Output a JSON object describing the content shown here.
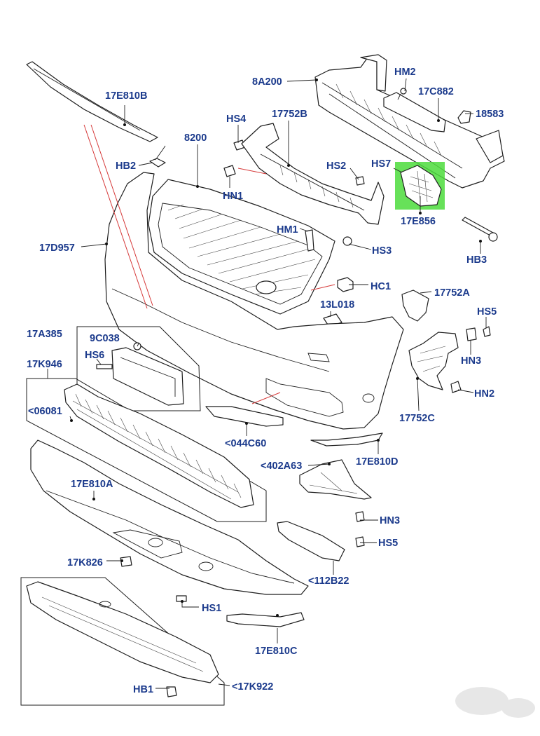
{
  "diagram": {
    "labels": {
      "l_17E810B": "17E810B",
      "l_8A200": "8A200",
      "l_HM2": "HM2",
      "l_17C882": "17C882",
      "l_18583": "18583",
      "l_HS4": "HS4",
      "l_17752B": "17752B",
      "l_8200": "8200",
      "l_HB2": "HB2",
      "l_HS2": "HS2",
      "l_HS7": "HS7",
      "l_HN1": "HN1",
      "l_17E856": "17E856",
      "l_17D957": "17D957",
      "l_HM1": "HM1",
      "l_HS3": "HS3",
      "l_HB3": "HB3",
      "l_HC1": "HC1",
      "l_17752A": "17752A",
      "l_13L018": "13L018",
      "l_HS5a": "HS5",
      "l_17A385": "17A385",
      "l_9C038": "9C038",
      "l_HN3a": "HN3",
      "l_HS6": "HS6",
      "l_17K946": "17K946",
      "l_HN2": "HN2",
      "l_06081": "<06081",
      "l_17752C": "17752C",
      "l_044C60": "<044C60",
      "l_17E810D": "17E810D",
      "l_402A63": "<402A63",
      "l_17E810A": "17E810A",
      "l_HN3b": "HN3",
      "l_HS5b": "HS5",
      "l_17K826": "17K826",
      "l_112B22": "<112B22",
      "l_HS1": "HS1",
      "l_17E810C": "17E810C",
      "l_HB1": "HB1",
      "l_17K922": "<17K922"
    },
    "highlight_color": "#4cdc3c",
    "label_color": "#1b3a8c",
    "leader_color": "#1e1e1e",
    "red_line_color": "#d63a3a"
  }
}
